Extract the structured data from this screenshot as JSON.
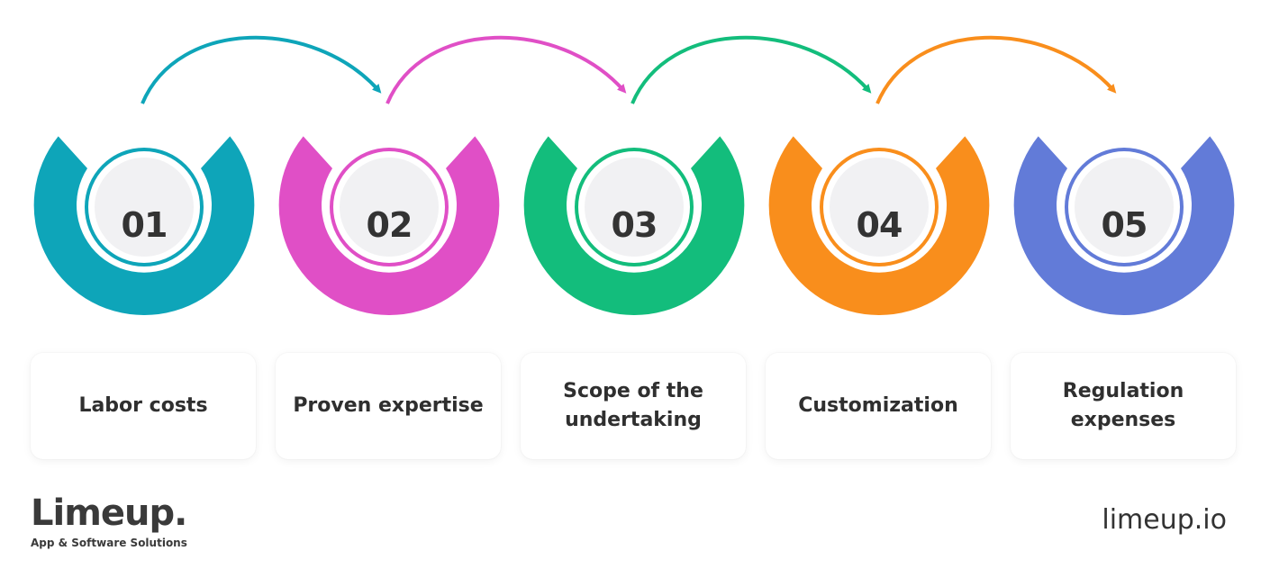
{
  "steps": [
    {
      "number": "01",
      "label": "Labor costs",
      "color": "#0ea5b9"
    },
    {
      "number": "02",
      "label": "Proven expertise",
      "color": "#e04fc6"
    },
    {
      "number": "03",
      "label": "Scope of the\nundertaking",
      "color": "#13bd7c"
    },
    {
      "number": "04",
      "label": "Customization",
      "color": "#f98e1c"
    },
    {
      "number": "05",
      "label": "Regulation\nexpenses",
      "color": "#627bd8"
    }
  ],
  "arrow_colors": [
    "#0ea5b9",
    "#e04fc6",
    "#13bd7c",
    "#f98e1c"
  ],
  "brand": {
    "name": "Limeup.",
    "tagline": "App & Software Solutions",
    "website": "limeup.io"
  }
}
